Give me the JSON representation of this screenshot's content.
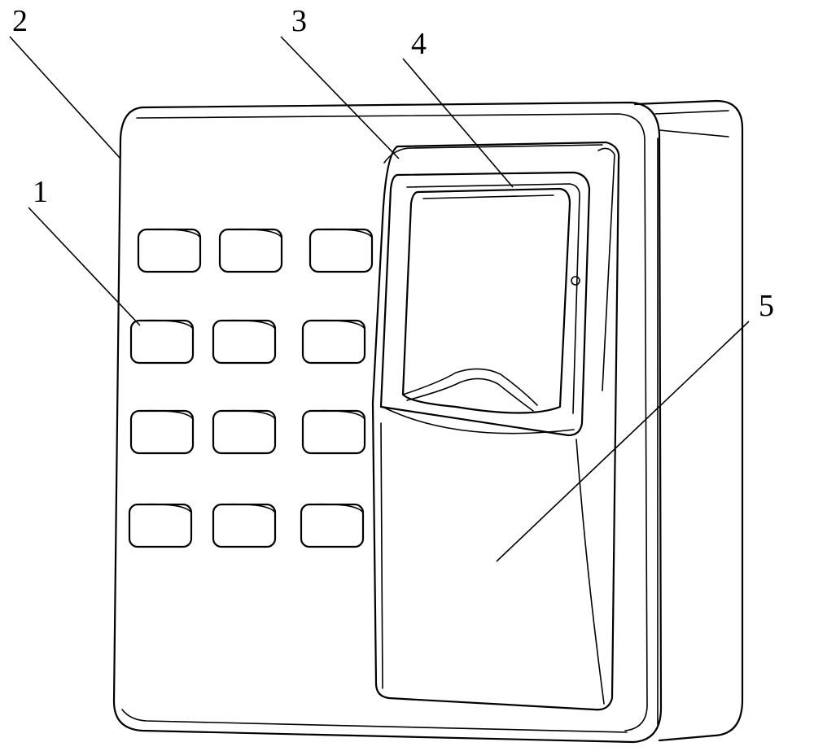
{
  "labels": {
    "keypad": "1",
    "housing": "2",
    "window_frame": "3",
    "fingerprint_sensor": "4",
    "front_cover": "5"
  }
}
